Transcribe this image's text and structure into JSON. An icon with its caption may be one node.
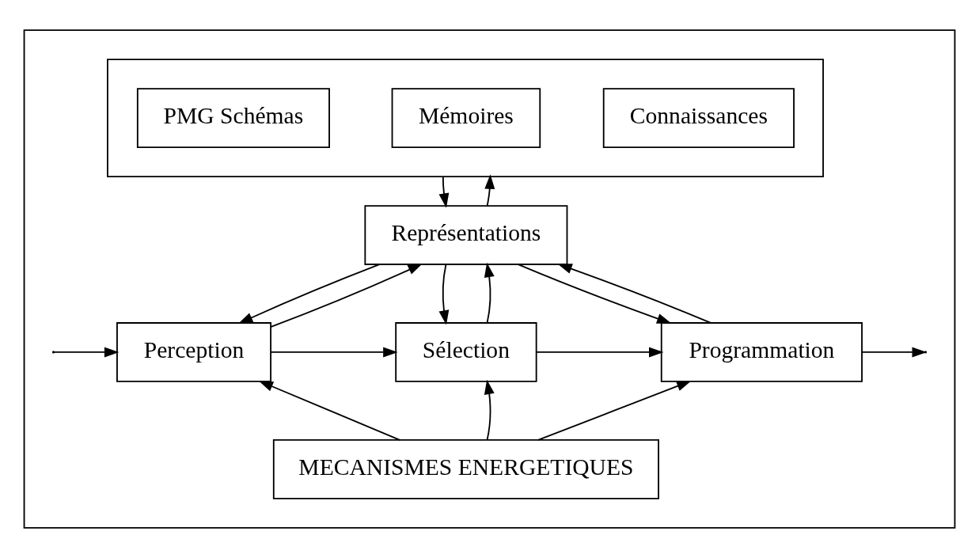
{
  "diagram": {
    "nodes": [
      {
        "text": [],
        "shape": "box"
      },
      {
        "text": [],
        "shape": "box",
        "in": 0
      },
      {
        "text": [
          "Connaissances"
        ],
        "in": 1
      },
      {
        "text": [
          "Mémoires"
        ],
        "in": 1
      },
      {
        "text": [
          "PMG Schémas"
        ],
        "in": 1
      },
      {
        "text": [
          "Représentations"
        ],
        "in": 0
      },
      {
        "text": [
          "Perception"
        ],
        "in": 0
      },
      {
        "text": [
          "Sélection"
        ],
        "in": 0
      },
      {
        "text": [
          "Programmation"
        ],
        "in": 0
      },
      {
        "text": [
          "MECANISMES ENERGETIQUES"
        ],
        "in": 0
      }
    ],
    "edges": [
      {
        "from": 1,
        "to": 5,
        "arrow": "to"
      },
      {
        "from": 5,
        "to": 1,
        "arrow": "to"
      },
      {
        "from": 6,
        "to": 5,
        "arrow": "to"
      },
      {
        "from": 5,
        "to": 6,
        "arrow": "to"
      },
      {
        "from": 5,
        "to": 7,
        "arrow": "to"
      },
      {
        "from": 7,
        "to": 5,
        "arrow": "to"
      },
      {
        "from": 5,
        "to": 8,
        "arrow": "to"
      },
      {
        "from": 8,
        "to": 5,
        "arrow": "to"
      },
      {
        "from": null,
        "to": 6,
        "arrow": "to"
      },
      {
        "from": 6,
        "to": 7,
        "arrow": "to"
      },
      {
        "from": 7,
        "to": 8,
        "arrow": "to"
      },
      {
        "from": 8,
        "to": null,
        "arrow": "to"
      },
      {
        "from": 9,
        "to": 6,
        "arrow": "to"
      },
      {
        "from": 9,
        "to": 7,
        "arrow": "to"
      },
      {
        "from": 9,
        "to": 8,
        "arrow": "to"
      }
    ]
  }
}
